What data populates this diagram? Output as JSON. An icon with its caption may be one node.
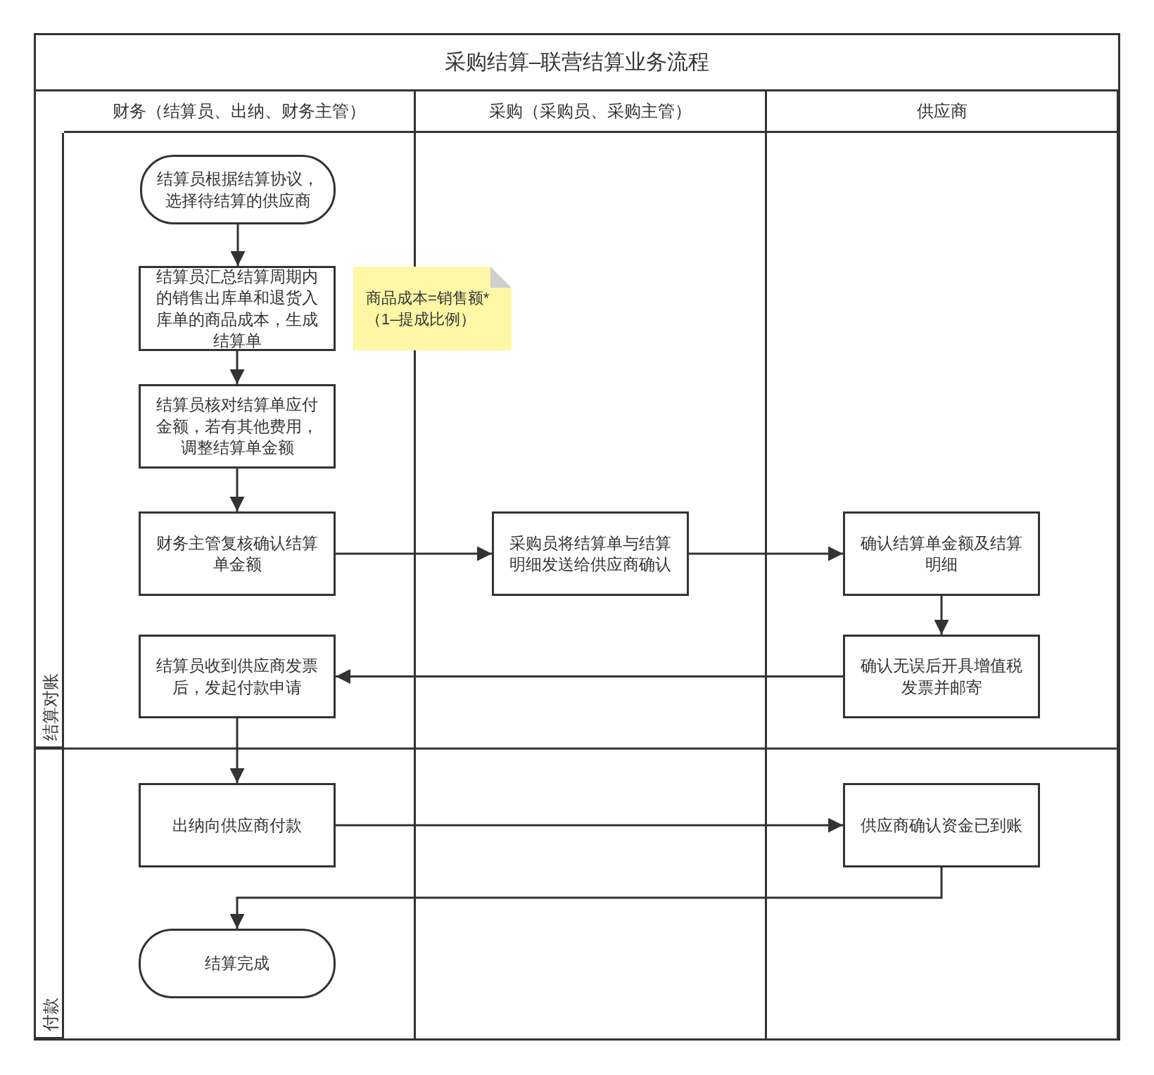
{
  "diagram": {
    "title": "采购结算–联营结算业务流程",
    "nodes": [
      {
        "text": [
          "财务（结算员、出纳、财务主管）"
        ]
      },
      {
        "text": [
          "采购（采购员、采购主管）"
        ]
      },
      {
        "text": [
          "供应商"
        ]
      },
      {
        "text": [
          "结算对账"
        ]
      },
      {
        "text": [
          "付款"
        ]
      },
      {
        "text": [
          "结算员根据结算协议，选择待结算的供应商"
        ],
        "in": 0
      },
      {
        "text": [
          "结算员汇总结算周期内的销售出库单和退货入库单的商品成本，生成结算单"
        ],
        "in": 0
      },
      {
        "text": [
          "商品成本=销售额*（1–提成比例）"
        ]
      },
      {
        "text": [
          "结算员核对结算单应付金额，若有其他费用，调整结算单金额"
        ],
        "in": 0
      },
      {
        "text": [
          "财务主管复核确认结算单金额"
        ],
        "in": 0
      },
      {
        "text": [
          "采购员将结算单与结算明细发送给供应商确认"
        ],
        "in": 1
      },
      {
        "text": [
          "确认结算单金额及结算明细"
        ],
        "in": 2
      },
      {
        "text": [
          "确认无误后开具增值税发票并邮寄"
        ],
        "in": 2
      },
      {
        "text": [
          "结算员收到供应商发票后，发起付款申请"
        ],
        "in": 0
      },
      {
        "text": [
          "出纳向供应商付款"
        ],
        "in": 0
      },
      {
        "text": [
          "供应商确认资金已到账"
        ],
        "in": 2
      },
      {
        "text": [
          "结算完成"
        ],
        "in": 0
      }
    ],
    "edges": [
      {
        "from": 5,
        "to": 6,
        "arrow": "to"
      },
      {
        "from": 6,
        "to": 8,
        "arrow": "to"
      },
      {
        "from": 8,
        "to": 9,
        "arrow": "to"
      },
      {
        "from": 9,
        "to": 10,
        "arrow": "to"
      },
      {
        "from": 10,
        "to": 11,
        "arrow": "to"
      },
      {
        "from": 11,
        "to": 12,
        "arrow": "to"
      },
      {
        "from": 12,
        "to": 13,
        "arrow": "to"
      },
      {
        "from": 13,
        "to": 14,
        "arrow": "to"
      },
      {
        "from": 14,
        "to": 15,
        "arrow": "to"
      },
      {
        "from": 15,
        "to": 16,
        "arrow": "to"
      }
    ]
  }
}
